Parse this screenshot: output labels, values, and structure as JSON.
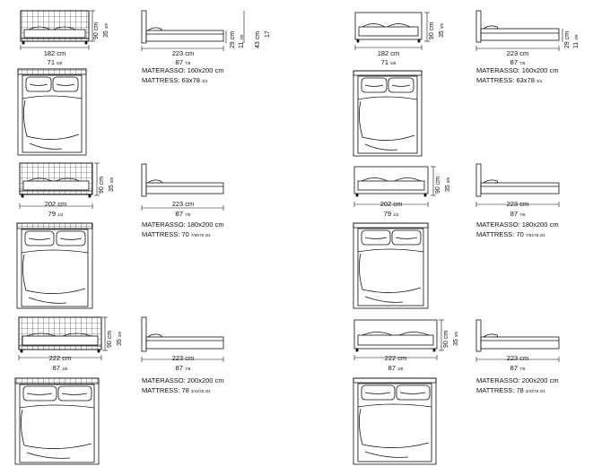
{
  "rows": [
    {
      "left": {
        "front_width_cm": "182 cm",
        "front_width_in": "71",
        "front_width_in_frac": "5/8",
        "height_cm": "90 cm",
        "height_in": "35",
        "height_in_frac": "3/8",
        "side_length_cm": "223 cm",
        "side_length_in": "87",
        "side_length_in_frac": "7/8",
        "side_h1_cm": "29 cm",
        "side_h1_in": "11",
        "side_h1_in_frac": "3/8",
        "side_h2_cm": "43 cm",
        "side_h2_in": "17",
        "materasso": "MATERASSO: 160x200 cm",
        "mattress": "MATTRESS: 63x78",
        "mattress_frac": "3/4"
      },
      "right": {
        "front_width_cm": "182 cm",
        "front_width_in": "71",
        "front_width_in_frac": "5/8",
        "height_cm": "90 cm",
        "height_in": "35",
        "height_in_frac": "3/8",
        "side_length_cm": "223 cm",
        "side_length_in": "87",
        "side_length_in_frac": "7/8",
        "side_h1_cm": "29 cm",
        "side_h1_in": "11",
        "side_h1_in_frac": "3/8",
        "materasso": "MATERASSO: 160x200 cm",
        "mattress": "MATTRESS: 63x78",
        "mattress_frac": "3/4"
      }
    },
    {
      "left": {
        "front_width_cm": "202 cm",
        "front_width_in": "79",
        "front_width_in_frac": "1/2",
        "height_cm": "90 cm",
        "height_in": "35",
        "height_in_frac": "3/8",
        "side_length_cm": "223 cm",
        "side_length_in": "87",
        "side_length_in_frac": "7/8",
        "materasso": "MATERASSO: 180x200 cm",
        "mattress": "MATTRESS: 70",
        "mattress_frac": "7/8X78 3/4"
      },
      "right": {
        "front_width_cm": "202 cm",
        "front_width_in": "79",
        "front_width_in_frac": "1/2",
        "height_cm": "90 cm",
        "height_in": "35",
        "height_in_frac": "3/8",
        "side_length_cm": "223 cm",
        "side_length_in": "87",
        "side_length_in_frac": "7/8",
        "materasso": "MATERASSO: 180x200 cm",
        "mattress": "MATTRESS: 70",
        "mattress_frac": "7/8X78 3/4"
      }
    },
    {
      "left": {
        "front_width_cm": "222 cm",
        "front_width_in": "87",
        "front_width_in_frac": "3/8",
        "height_cm": "90 cm",
        "height_in": "35",
        "height_in_frac": "3/8",
        "side_length_cm": "223 cm",
        "side_length_in": "87",
        "side_length_in_frac": "7/8",
        "materasso": "MATERASSO: 200x200 cm",
        "mattress": "MATTRESS: 78",
        "mattress_frac": "3/4X78 3/4"
      },
      "right": {
        "front_width_cm": "222 cm",
        "front_width_in": "87",
        "front_width_in_frac": "3/8",
        "height_cm": "90 cm",
        "height_in": "35",
        "height_in_frac": "3/8",
        "side_length_cm": "223 cm",
        "side_length_in": "87",
        "side_length_in_frac": "7/8",
        "materasso": "MATERASSO: 200x200 cm",
        "mattress": "MATTRESS: 78",
        "mattress_frac": "3/4X78 3/4"
      }
    }
  ]
}
